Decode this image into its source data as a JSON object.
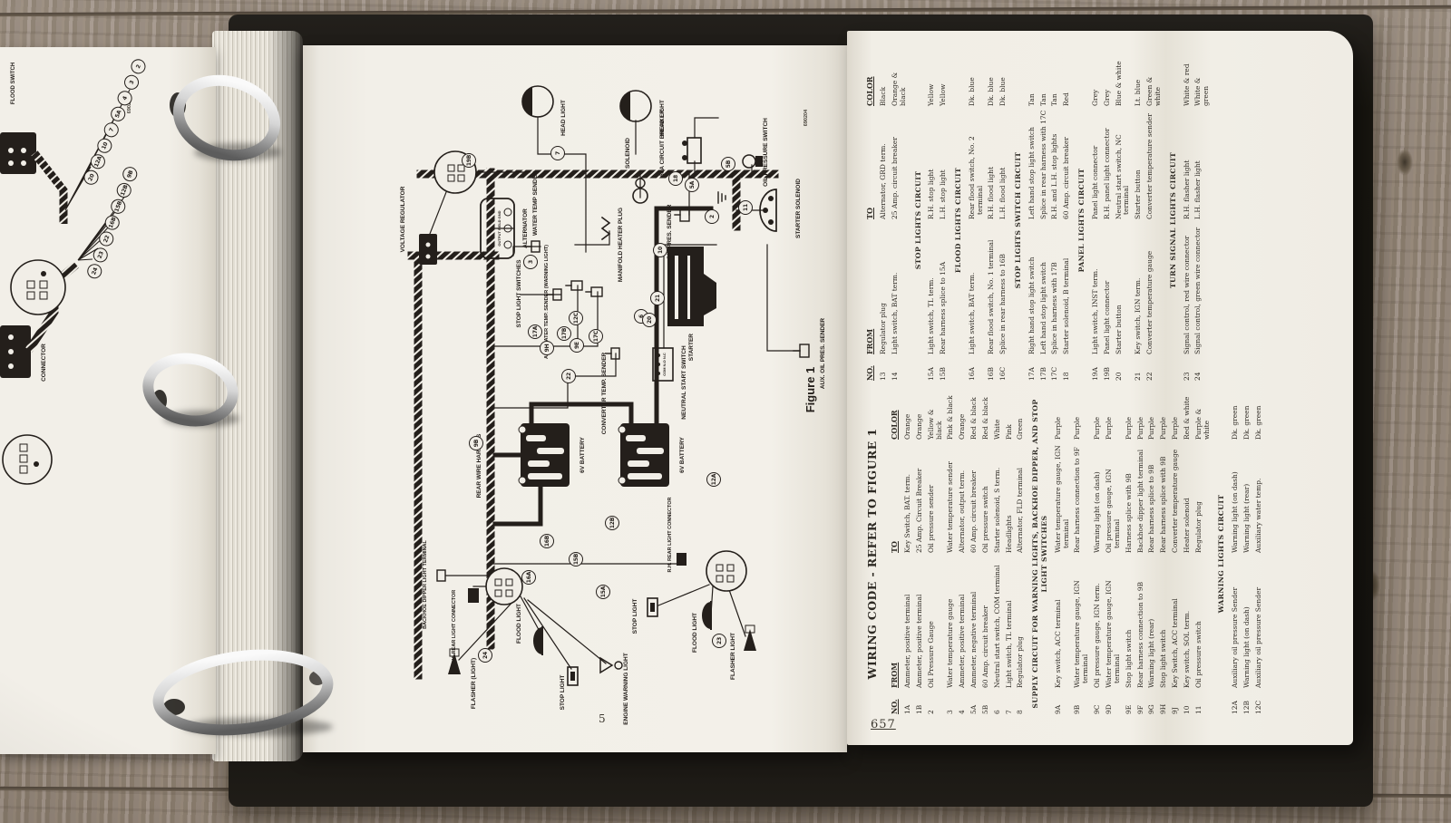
{
  "palette": {
    "paper": "#f2efe8",
    "ink": "#241f1b",
    "wood": "#8d8172",
    "binder": "#17150f",
    "ring": "#c9c9c9"
  },
  "left_page": {
    "flood_switch_label": "FLOOD SWITCH",
    "connector_label": "CONNECTOR",
    "code": "690203",
    "fan_a": [
      {
        "t": "20"
      },
      {
        "t": "12A"
      },
      {
        "t": "10"
      },
      {
        "t": "7"
      },
      {
        "t": "5A"
      },
      {
        "t": "4"
      },
      {
        "t": "3"
      },
      {
        "t": "2"
      }
    ],
    "fan_b": [
      {
        "t": "24"
      },
      {
        "t": "23"
      },
      {
        "t": "22"
      },
      {
        "t": "16B"
      },
      {
        "t": "15B"
      },
      {
        "t": "12B"
      },
      {
        "t": "9B"
      }
    ]
  },
  "diagram": {
    "caption": "Figure 1",
    "code": "690204",
    "page_number": "5",
    "labels": {
      "head_light_a": "HEAD LIGHT",
      "head_light_b": "HEAD LIGHT",
      "voltage_regulator": "VOLTAGE REGULATOR",
      "alternator": "ALTERNATOR",
      "alternator_terminals": "OUTPUT  FIELD  GND",
      "water_temp_sender": "WATER TEMP SENDER",
      "aux_water_temp_sender": "AUX. WATER TEMP. SENDER (WARNING LIGHT)",
      "manifold_heater_plug": "MANIFOLD HEATER PLUG",
      "solenoid": "SOLENOID",
      "circuit_breaker_60a": "60A CIRCUIT BREAKER",
      "oil_pressure_switch": "OIL PRESSURE SWITCH",
      "oil_pres_sender": "OIL PRES. SENDER",
      "starter_solenoid": "STARTER SOLENOID",
      "starter": "STARTER",
      "aux_oil_pres_sender": "AUX. OIL PRES. SENDER",
      "neutral_start_switch": "NEUTRAL START SWITCH",
      "neutral_start_terminals": "COM N.O N.C",
      "converter_temp_sender": "CONVERTER TEMP. SENDER",
      "stop_light_switches": "STOP LIGHT SWITCHES",
      "rear_wire_harness": "REAR WIRE HARNESS",
      "battery_a": "6V BATTERY",
      "battery_b": "6V BATTERY",
      "backhoe_dipper_light_terminal": "BACKHOE DIPPER LIGHT TERMINAL",
      "lh_rear_light_connector": "L.H. REAR LIGHT CONNECTOR",
      "rh_rear_light_connector": "R.H. REAR LIGHT CONNECTOR",
      "flasher_light_a": "FLASHER (LIGHT)",
      "flood_light_a": "FLOOD LIGHT",
      "stop_light_a": "STOP LIGHT",
      "engine_warning_light": "ENGINE WARNING LIGHT",
      "stop_light_b": "STOP LIGHT",
      "flood_light_b": "FLOOD LIGHT",
      "flasher_light_b": "FLASHER LIGHT"
    },
    "tags": [
      "7",
      "3",
      "12C",
      "2",
      "5A",
      "5B",
      "11",
      "10",
      "18",
      "6",
      "17A",
      "9H",
      "17B",
      "9E",
      "17C",
      "20",
      "22",
      "21",
      "9B",
      "12A",
      "12B",
      "15B",
      "16B",
      "15A",
      "16A",
      "23",
      "24",
      "19B"
    ]
  },
  "table_page": {
    "page_number": "657",
    "title": "WIRING CODE - REFER TO FIGURE 1",
    "headers": {
      "no": "NO.",
      "from": "FROM",
      "to": "TO",
      "color": "COLOR"
    },
    "left_rows": [
      {
        "no": "1A",
        "from": "Ammeter, positive terminal",
        "to": "Key Switch, BAT. term.",
        "color": "Orange"
      },
      {
        "no": "1B",
        "from": "Ammeter, positive terminal",
        "to": "25 Amp. Circuit Breaker",
        "color": "Orange"
      },
      {
        "no": "2",
        "from": "Oil Pressure Gauge",
        "to": "Oil pressure sender",
        "color": "Yellow & black"
      },
      {
        "no": "3",
        "from": "Water temperature gauge",
        "to": "Water temperature sender",
        "color": "Pink & black"
      },
      {
        "no": "4",
        "from": "Ammeter, positive terminal",
        "to": "Alternator, output term.",
        "color": "Orange"
      },
      {
        "no": "5A",
        "from": "Ammeter, negative terminal",
        "to": "60 Amp. circuit breaker",
        "color": "Red & black"
      },
      {
        "no": "5B",
        "from": "60 Amp. circuit breaker",
        "to": "Oil pressure switch",
        "color": "Red & black"
      },
      {
        "no": "6",
        "from": "Neutral start switch, COM terminal",
        "to": "Starter solenoid, S term.",
        "color": "White"
      },
      {
        "no": "7",
        "from": "Light switch, TL terminal",
        "to": "Headlights",
        "color": "Pink"
      },
      {
        "no": "8",
        "from": "Regulator plug",
        "to": "Alternator, FLD terminal",
        "color": "Green"
      },
      {
        "type": "section",
        "label": "SUPPLY CIRCUIT FOR WARNING LIGHTS, BACKHOE DIPPER, AND STOP LIGHT SWITCHES"
      },
      {
        "no": "9A",
        "from": "Key switch, ACC terminal",
        "to": "Water temperature gauge, IGN terminal",
        "color": "Purple"
      },
      {
        "no": "9B",
        "from": "Water temperature gauge, IGN terminal",
        "to": "Rear harness connection to 9F",
        "color": "Purple"
      },
      {
        "no": "9C",
        "from": "Oil pressure gauge, IGN term.",
        "to": "Warning light (on dash)",
        "color": "Purple"
      },
      {
        "no": "9D",
        "from": "Water temperature gauge, IGN terminal",
        "to": "Oil pressure gauge, IGN terminal",
        "color": "Purple"
      },
      {
        "no": "9E",
        "from": "Stop light switch",
        "to": "Harness splice with 9B",
        "color": "Purple"
      },
      {
        "no": "9F",
        "from": "Rear harness connection to 9B",
        "to": "Backhoe dipper light terminal",
        "color": "Purple"
      },
      {
        "no": "9G",
        "from": "Warning light (rear)",
        "to": "Rear harness splice to 9B",
        "color": "Purple"
      },
      {
        "no": "9H",
        "from": "Stop light switch",
        "to": "Rear harness splice with 9B",
        "color": "Purple"
      },
      {
        "no": "9J",
        "from": "Key Switch, ACC terminal",
        "to": "Converter temperature gauge",
        "color": "Purple"
      },
      {
        "no": "10",
        "from": "Key switch, SOL term.",
        "to": "Heater solenoid",
        "color": "Red & white"
      },
      {
        "no": "11",
        "from": "Oil pressure switch",
        "to": "Regulator plug",
        "color": "Purple & white"
      },
      {
        "type": "section",
        "label": "WARNING LIGHTS CIRCUIT"
      },
      {
        "no": "12A",
        "from": "Auxiliary oil pressure Sender",
        "to": "Warning light (on dash)",
        "color": "Dk. green"
      },
      {
        "no": "12B",
        "from": "Warning light (on dash)",
        "to": "Warning light (rear)",
        "color": "Dk. green"
      },
      {
        "no": "12C",
        "from": "Auxiliary oil pressure Sender",
        "to": "Auxiliary water temp.",
        "color": "Dk. green"
      }
    ],
    "right_rows": [
      {
        "no": "13",
        "from": "Regulator plug",
        "to": "Alternator, GRD term.",
        "color": "Black"
      },
      {
        "no": "14",
        "from": "Light switch, BAT term.",
        "to": "25 Amp. circuit breaker",
        "color": "Orange & black"
      },
      {
        "type": "section",
        "label": "STOP LIGHTS CIRCUIT"
      },
      {
        "no": "15A",
        "from": "Light switch, TL term.",
        "to": "R.H. stop light",
        "color": "Yellow"
      },
      {
        "no": "15B",
        "from": "Rear harness splice to 15A",
        "to": "L.H. stop light",
        "color": "Yellow"
      },
      {
        "type": "section",
        "label": "FLOOD LIGHTS CIRCUIT"
      },
      {
        "no": "16A",
        "from": "Light switch, BAT term.",
        "to": "Rear flood switch, No. 2 terminal",
        "color": "Dk. blue"
      },
      {
        "no": "16B",
        "from": "Rear flood switch, No. 1 terminal",
        "to": "R.H. flood light",
        "color": "Dk. blue"
      },
      {
        "no": "16C",
        "from": "Splice in rear harness to 16B",
        "to": "L.H. flood light",
        "color": "Dk. blue"
      },
      {
        "type": "section",
        "label": "STOP LIGHTS SWITCH CIRCUIT"
      },
      {
        "no": "17A",
        "from": "Right hand stop light switch",
        "to": "Left hand stop light switch",
        "color": "Tan"
      },
      {
        "no": "17B",
        "from": "Left hand stop light switch",
        "to": "Splice in rear harness with 17C",
        "color": "Tan"
      },
      {
        "no": "17C",
        "from": "Splice in harness with 17B",
        "to": "R.H. and L.H. stop lights",
        "color": "Tan"
      },
      {
        "no": "18",
        "from": "Starter solenoid, B terminal",
        "to": "60 Amp. circuit breaker",
        "color": "Red"
      },
      {
        "type": "section",
        "label": "PANEL LIGHTS CIRCUIT"
      },
      {
        "no": "19A",
        "from": "Light switch, INST term.",
        "to": "Panel light connector",
        "color": "Grey"
      },
      {
        "no": "19B",
        "from": "Panel light connector",
        "to": "R.H. panel light connector",
        "color": "Grey"
      },
      {
        "no": "20",
        "from": "Starter button",
        "to": "Neutral start switch, NC terminal",
        "color": "Blue & white"
      },
      {
        "no": "21",
        "from": "Key switch, IGN term.",
        "to": "Starter button",
        "color": "Lt. blue"
      },
      {
        "no": "22",
        "from": "Converter temperature gauge",
        "to": "Converter temperature sender",
        "color": "Green & white"
      },
      {
        "type": "section",
        "label": "TURN SIGNAL LIGHTS CIRCUIT"
      },
      {
        "no": "23",
        "from": "Signal control, red wire connector",
        "to": "R.H. flasher light",
        "color": "White & red"
      },
      {
        "no": "24",
        "from": "Signal control, green wire connector",
        "to": "L.H. flasher light",
        "color": "White & green"
      }
    ]
  }
}
